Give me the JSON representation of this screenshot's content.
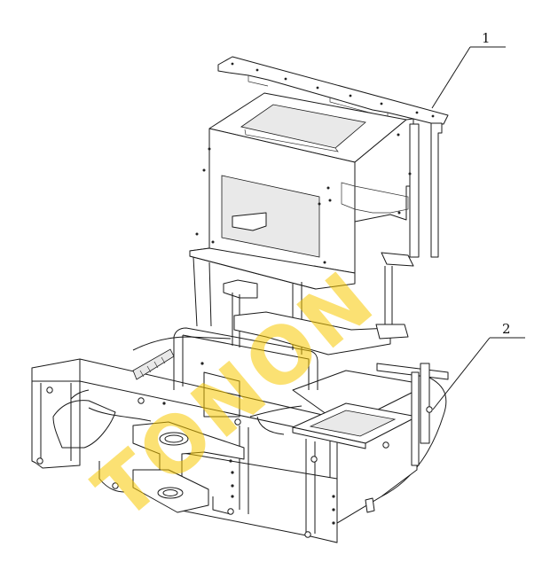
{
  "callouts": [
    {
      "id": "1",
      "label": "1"
    },
    {
      "id": "2",
      "label": "2"
    }
  ],
  "watermark": {
    "text": "TONON",
    "color": "#f7c900"
  },
  "colors": {
    "line": "#1a1a1a",
    "background": "#ffffff"
  }
}
